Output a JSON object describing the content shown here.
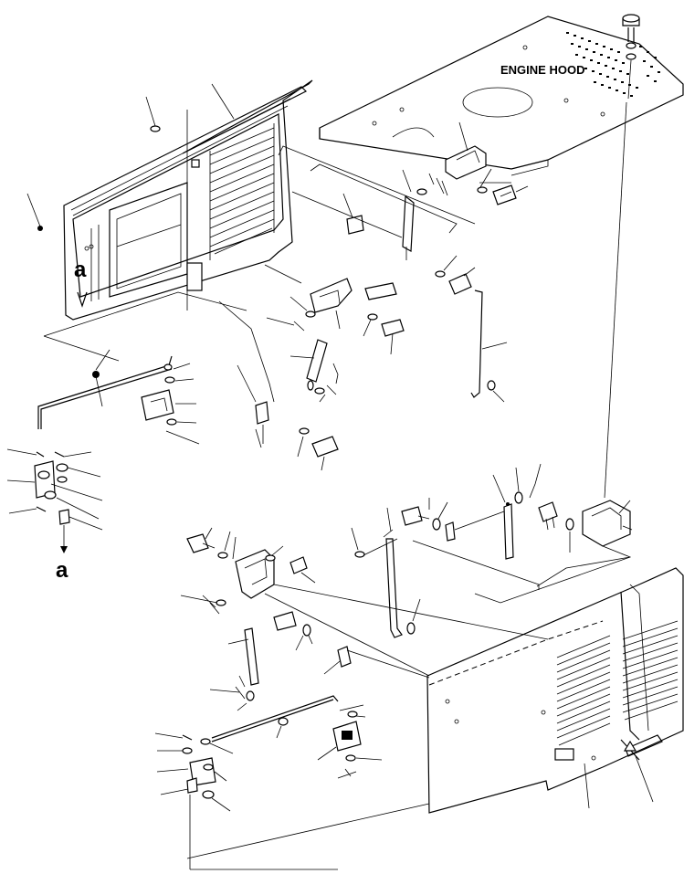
{
  "labels": {
    "engine_hood": "ENGINE HOOD",
    "ref_a_top": "a",
    "ref_a_bottom": "a"
  },
  "colors": {
    "line": "#000000",
    "background": "#ffffff"
  }
}
